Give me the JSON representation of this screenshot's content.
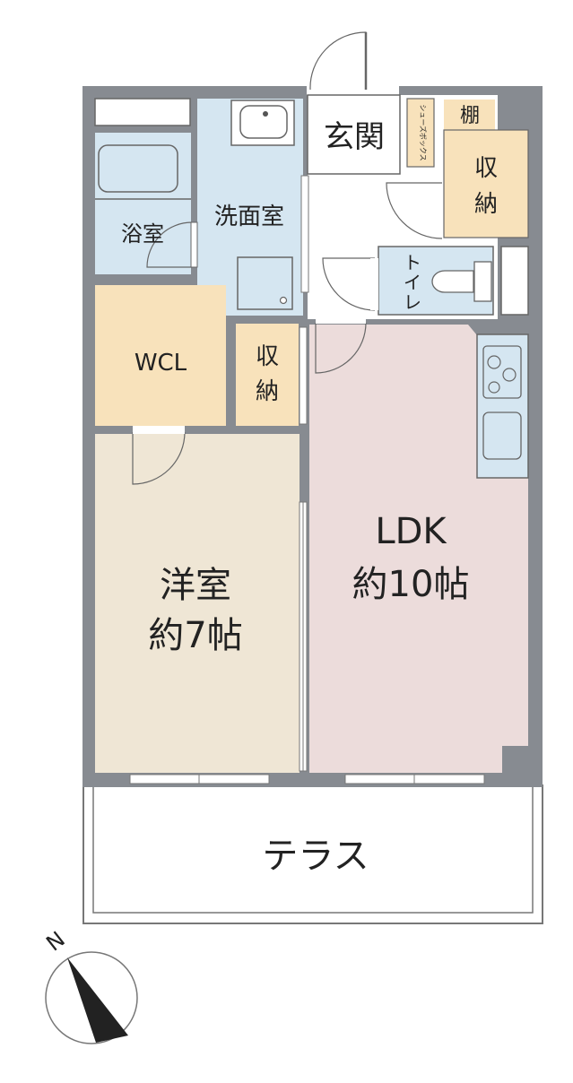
{
  "rooms": {
    "genkan": "玄関",
    "shoes_box": "シューズボックス",
    "tana": "棚",
    "storage_ne_line1": "収",
    "storage_ne_line2": "納",
    "bath": "浴室",
    "washroom": "洗面室",
    "toilet_line1": "ト",
    "toilet_line2": "イ",
    "toilet_line3": "レ",
    "wcl": "WCL",
    "storage_mid_line1": "収",
    "storage_mid_line2": "納",
    "western_name": "洋室",
    "western_size": "約7帖",
    "ldk_name": "LDK",
    "ldk_size": "約10帖",
    "terrace": "テラス"
  },
  "compass": {
    "north": "N"
  },
  "colors": {
    "wall": "#878b91",
    "wet_area": "#d5e6f1",
    "storage": "#f8e2bb",
    "western": "#efe6d5",
    "ldk": "#ecdcdb",
    "floor": "#ffffff"
  }
}
